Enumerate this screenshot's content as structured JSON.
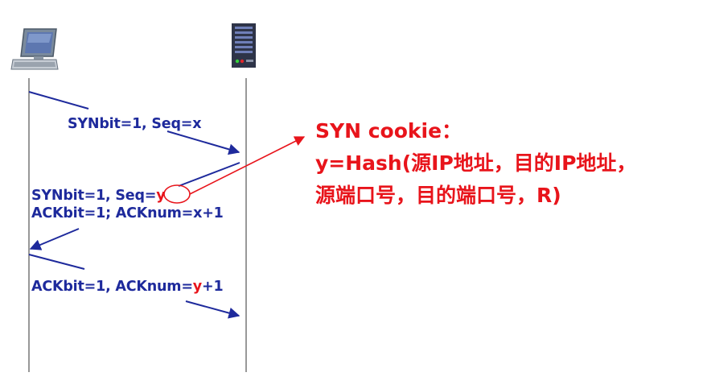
{
  "msg1": {
    "text": "SYNbit=1, Seq=x"
  },
  "msg2": {
    "line1_prefix": "SYNbit=1, Seq=",
    "line1_y": "y",
    "line2": "ACKbit=1; ACKnum=x+1"
  },
  "msg3": {
    "prefix": "ACKbit=1, ACKnum=",
    "y": "y",
    "suffix": "+1"
  },
  "cookie": {
    "title": "SYN cookie：",
    "line1": "y=Hash(源IP地址，目的IP地址，",
    "line2": "源端口号，目的端口号，R)"
  },
  "colors": {
    "arrow_blue": "#1e2a9c",
    "highlight_red": "#e8141b"
  }
}
